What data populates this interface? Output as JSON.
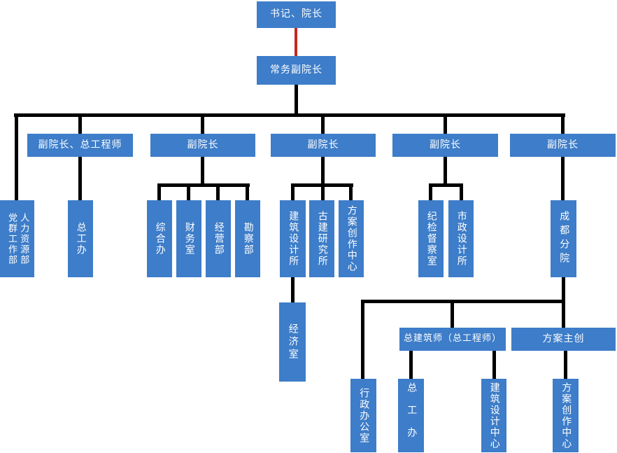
{
  "colors": {
    "blue": "#3D7DC9",
    "line": "#000000",
    "red": "#C12A1E",
    "text": "#FFFFFF",
    "bg": "#FFFFFF"
  },
  "org": {
    "root": "书记、院长",
    "executive": "常务副院长",
    "managers": {
      "vp_chief": "副院长、总工程师",
      "vp1": "副院长",
      "vp2": "副院长",
      "vp3": "副院长",
      "vp4": "副院长"
    },
    "departments": {
      "party_mass": "党群工作部",
      "hr": "人力资源部",
      "chief_engineer_office": "总工办",
      "general_office": "综合办",
      "finance": "财务室",
      "operations": "经营部",
      "survey": "勘察部",
      "architecture_institute": "建筑设计所",
      "ancient_architecture": "古建研究所",
      "concept_creation_center": "方案创作中心",
      "economics": "经济室",
      "discipline_inspection": "纪检督察室",
      "municipal_design": "市政设计所",
      "chengdu_branch": "成都分院"
    },
    "chengdu": {
      "chief_architect": "总建筑师（总工程师）",
      "concept_lead": "方案主创",
      "admin_office": "行政办公室",
      "chief_engineer_office": "总工办",
      "architecture_center": "建筑设计中心",
      "concept_creation_center": "方案创作中心"
    }
  }
}
